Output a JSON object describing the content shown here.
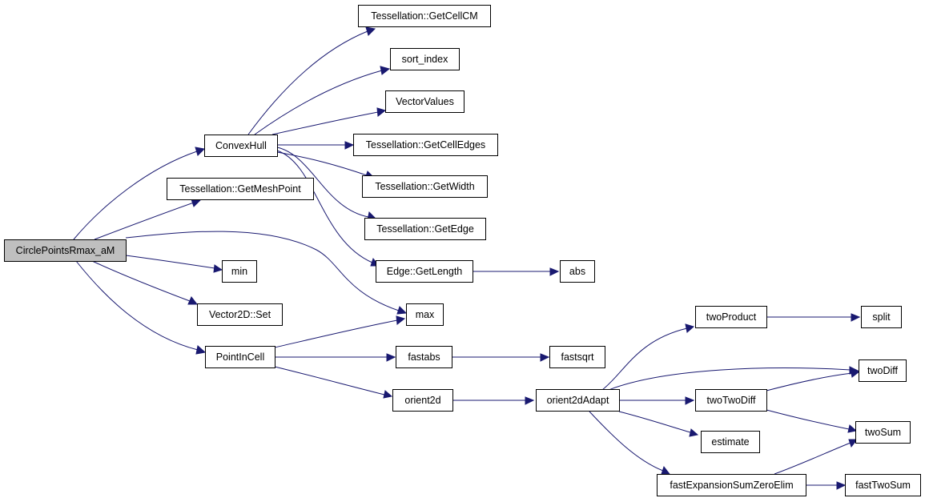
{
  "graph": {
    "edge_color": "#191970",
    "root_fill": "#bfbfbf",
    "node_fill": "#ffffff",
    "nodes": {
      "circle_points_rmax": "CirclePointsRmax_aM",
      "convex_hull": "ConvexHull",
      "get_mesh_point": "Tessellation::GetMeshPoint",
      "min": "min",
      "vector2d_set": "Vector2D::Set",
      "point_in_cell": "PointInCell",
      "max": "max",
      "get_cell_cm": "Tessellation::GetCellCM",
      "sort_index": "sort_index",
      "vector_values": "VectorValues",
      "get_cell_edges": "Tessellation::GetCellEdges",
      "get_width": "Tessellation::GetWidth",
      "get_edge": "Tessellation::GetEdge",
      "edge_get_length": "Edge::GetLength",
      "abs": "abs",
      "fastabs": "fastabs",
      "fastsqrt": "fastsqrt",
      "orient2d": "orient2d",
      "orient2d_adapt": "orient2dAdapt",
      "two_product": "twoProduct",
      "split": "split",
      "two_diff": "twoDiff",
      "two_two_diff": "twoTwoDiff",
      "estimate": "estimate",
      "two_sum": "twoSum",
      "fast_expansion_sum_zero_elim": "fastExpansionSumZeroElim",
      "fast_two_sum": "fastTwoSum"
    },
    "edges": [
      [
        "circle_points_rmax",
        "convex_hull"
      ],
      [
        "circle_points_rmax",
        "get_mesh_point"
      ],
      [
        "circle_points_rmax",
        "max"
      ],
      [
        "circle_points_rmax",
        "min"
      ],
      [
        "circle_points_rmax",
        "vector2d_set"
      ],
      [
        "circle_points_rmax",
        "point_in_cell"
      ],
      [
        "convex_hull",
        "get_cell_cm"
      ],
      [
        "convex_hull",
        "sort_index"
      ],
      [
        "convex_hull",
        "vector_values"
      ],
      [
        "convex_hull",
        "get_cell_edges"
      ],
      [
        "convex_hull",
        "get_width"
      ],
      [
        "convex_hull",
        "get_edge"
      ],
      [
        "convex_hull",
        "edge_get_length"
      ],
      [
        "edge_get_length",
        "abs"
      ],
      [
        "point_in_cell",
        "max"
      ],
      [
        "point_in_cell",
        "fastabs"
      ],
      [
        "point_in_cell",
        "orient2d"
      ],
      [
        "fastabs",
        "fastsqrt"
      ],
      [
        "orient2d",
        "orient2d_adapt"
      ],
      [
        "orient2d_adapt",
        "two_product"
      ],
      [
        "orient2d_adapt",
        "two_diff"
      ],
      [
        "orient2d_adapt",
        "two_two_diff"
      ],
      [
        "orient2d_adapt",
        "estimate"
      ],
      [
        "orient2d_adapt",
        "fast_expansion_sum_zero_elim"
      ],
      [
        "two_product",
        "split"
      ],
      [
        "two_two_diff",
        "two_diff"
      ],
      [
        "two_two_diff",
        "two_sum"
      ],
      [
        "fast_expansion_sum_zero_elim",
        "two_sum"
      ],
      [
        "fast_expansion_sum_zero_elim",
        "fast_two_sum"
      ]
    ]
  }
}
